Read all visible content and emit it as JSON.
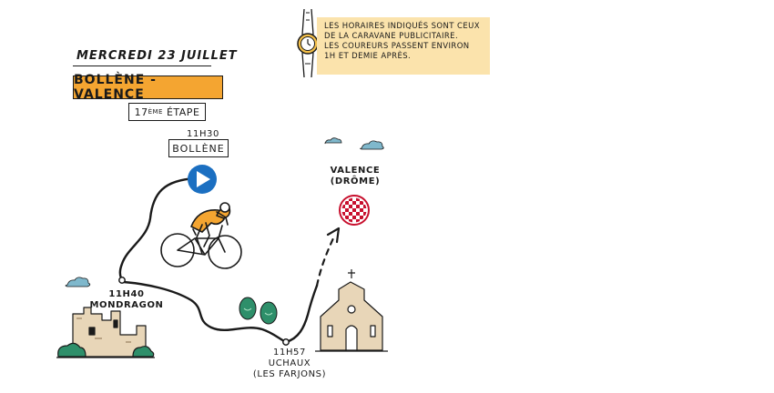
{
  "header": {
    "date": "Mercredi 23 juillet",
    "title": "Bollène - Valence",
    "stage_number": "17",
    "stage_suffix": "ème",
    "stage_label": "étape"
  },
  "note": {
    "text_line1": "Les horaires indiqués sont ceux",
    "text_line2": "de la caravane publicitaire.",
    "text_line3": "Les coureurs passent environ",
    "text_line4": "1h et demie après."
  },
  "route": {
    "start": {
      "time": "11h30",
      "name": "Bollène"
    },
    "waypoints": [
      {
        "time": "11h40",
        "name": "Mondragon"
      },
      {
        "time": "11h57",
        "name": "Uchaux",
        "detail": "(Les Farjons)"
      }
    ],
    "finish": {
      "name": "Valence",
      "detail": "(Drôme)"
    }
  },
  "colors": {
    "accent_orange": "#f4a531",
    "note_bg": "#fbe3ac",
    "start_blue": "#1b6fc1",
    "finish_red": "#c8102e",
    "tree_green": "#2e8f6a",
    "cloud_blue": "#7fb8cc"
  },
  "icons": [
    "watch-icon",
    "play-icon",
    "checkered-flag-icon",
    "cyclist-icon",
    "castle-icon",
    "church-icon",
    "tree-icon",
    "cloud-icon"
  ]
}
